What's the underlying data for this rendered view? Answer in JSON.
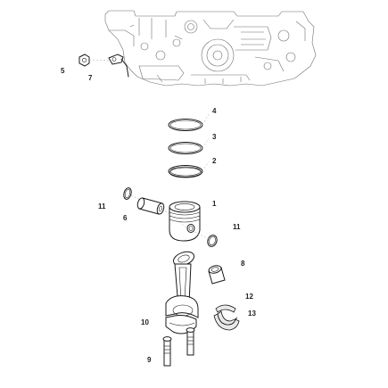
{
  "callouts": {
    "c1": "1",
    "c2": "2",
    "c3": "3",
    "c4": "4",
    "c5": "5",
    "c6": "6",
    "c7": "7",
    "c8": "8",
    "c9": "9",
    "c10": "10",
    "c11a": "11",
    "c11b": "11",
    "c12": "12",
    "c13": "13"
  },
  "colors": {
    "line": "#1a1a1a",
    "ghost": "#a6a6a6",
    "callout_text": "#222222",
    "background": "#ffffff"
  }
}
